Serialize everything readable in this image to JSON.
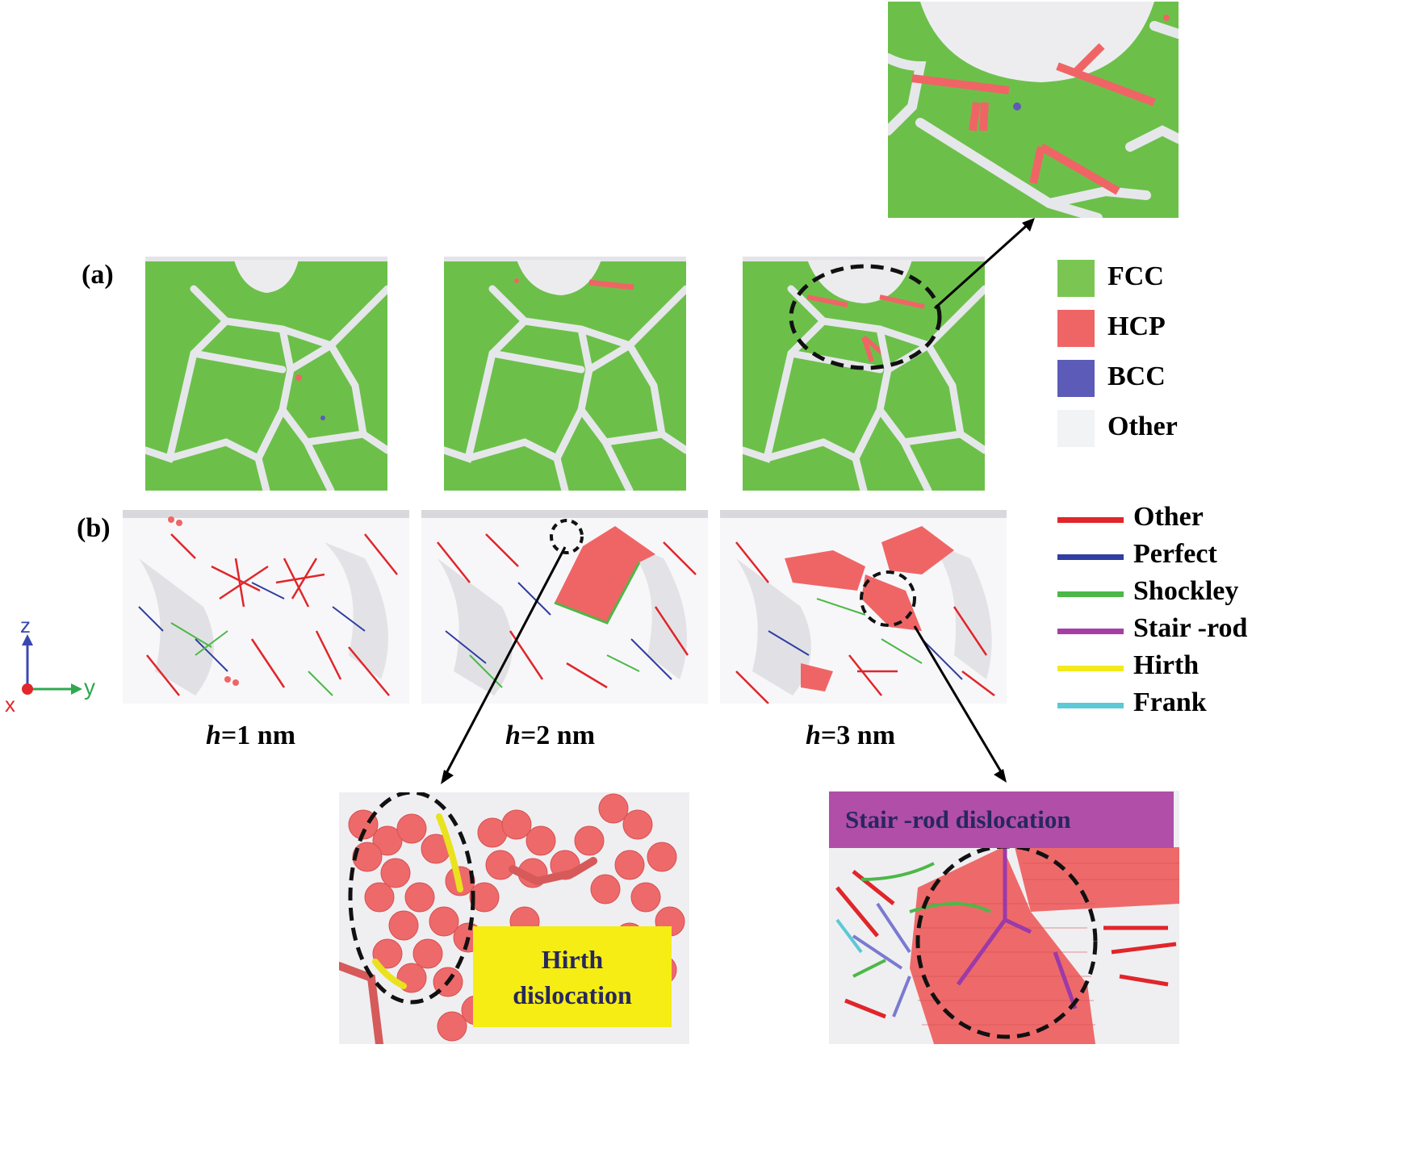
{
  "panel_labels": {
    "a": "(a)",
    "b": "(b)"
  },
  "depth_labels": [
    {
      "var": "h",
      "text": "=1 nm"
    },
    {
      "var": "h",
      "text": "=2 nm"
    },
    {
      "var": "h",
      "text": "=3 nm"
    }
  ],
  "structure_legend": [
    {
      "label": "FCC",
      "color": "#7bc653"
    },
    {
      "label": "HCP",
      "color": "#ef6565"
    },
    {
      "label": "BCC",
      "color": "#5c5cb8"
    },
    {
      "label": "Other",
      "color": "#f2f3f5"
    }
  ],
  "dislocation_legend": [
    {
      "label": "Other",
      "color": "#e0262a"
    },
    {
      "label": "Perfect",
      "color": "#2f3ea0"
    },
    {
      "label": "Shockley",
      "color": "#4cb847"
    },
    {
      "label": "Stair -rod",
      "color": "#a63ea8"
    },
    {
      "label": "Hirth",
      "color": "#f2ea1c"
    },
    {
      "label": "Frank",
      "color": "#5bc9d6"
    }
  ],
  "axes": {
    "z": "z",
    "y": "y",
    "x": "x"
  },
  "callouts": {
    "hirth": "Hirth\ndislocation",
    "stair_rod": "Stair -rod dislocation"
  },
  "colors": {
    "fcc": "#6cc04a",
    "hcp": "#ef6565",
    "bcc": "#5c5cb8",
    "boundary": "#e9eaec",
    "hirth_box": "#f5ed14",
    "stair_box": "#b04ea8"
  }
}
